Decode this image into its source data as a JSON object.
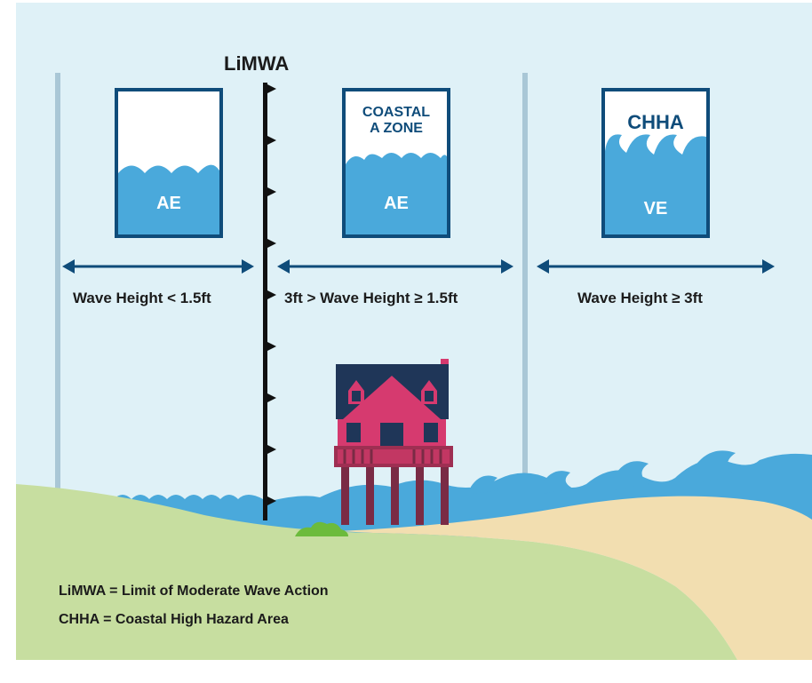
{
  "title": "LiMWA",
  "zones": [
    {
      "top_label": "",
      "bottom_label": "AE",
      "wave_label": "Wave Height < 1.5ft"
    },
    {
      "top_label": "COASTAL\nA ZONE",
      "bottom_label": "AE",
      "wave_label": "3ft > Wave Height ≥ 1.5ft"
    },
    {
      "top_label": "CHHA",
      "bottom_label": "VE",
      "wave_label": "Wave Height ≥ 3ft"
    }
  ],
  "legend": [
    "LiMWA = Limit of Moderate Wave Action",
    "CHHA = Coastal High Hazard Area"
  ],
  "colors": {
    "sky": "#dff1f7",
    "water": "#4aa9db",
    "navy": "#0f4c7a",
    "grass": "#c7dea0",
    "sand": "#f2deb0",
    "house_pink": "#d63a6f",
    "roof": "#1f3658",
    "pillar": "#7a2b45",
    "bush": "#6cbb3c"
  }
}
